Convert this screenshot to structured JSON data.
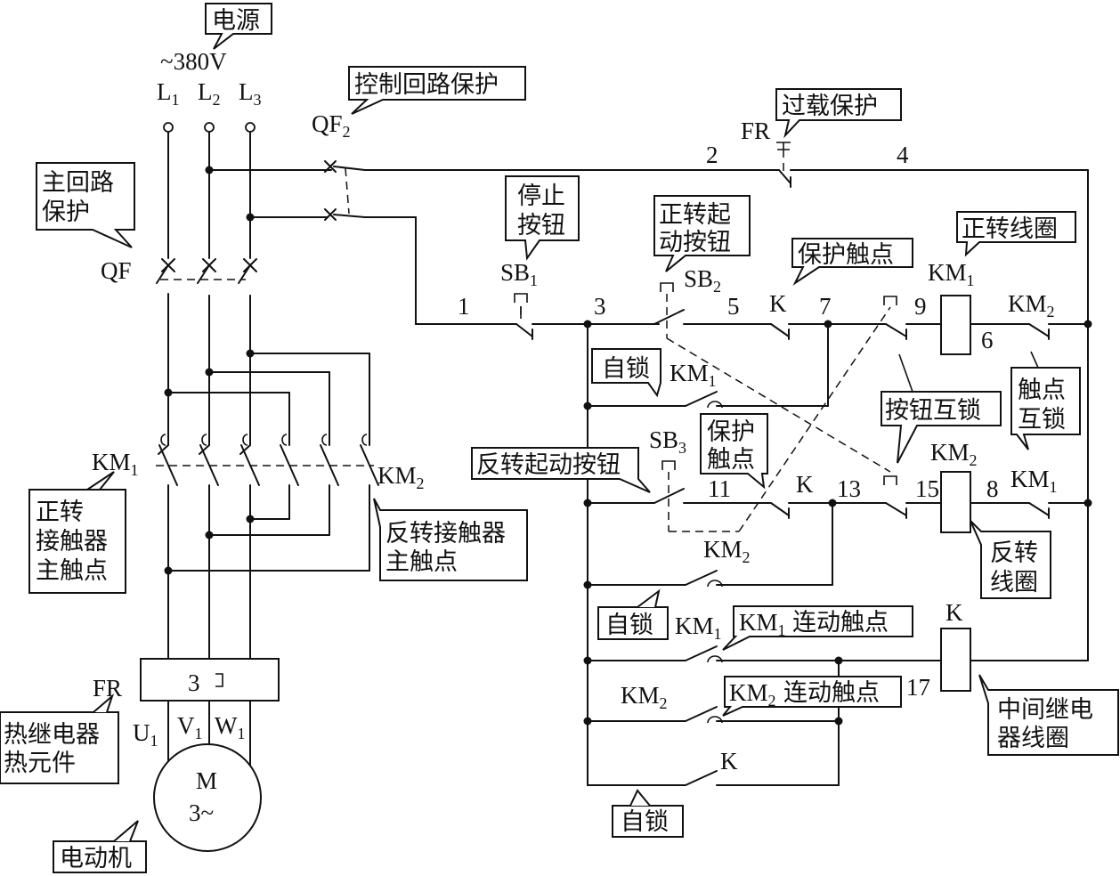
{
  "power": {
    "title": "电源",
    "voltage": "~380V",
    "lines": [
      {
        "letter": "L",
        "sub": "1"
      },
      {
        "letter": "L",
        "sub": "2"
      },
      {
        "letter": "L",
        "sub": "3"
      }
    ]
  },
  "devices": {
    "qf": "QF",
    "qf2": {
      "letter": "QF",
      "sub": "2"
    },
    "fr_ctrl": "FR",
    "fr_main": "FR",
    "fr_num": "3",
    "km1_main": {
      "letter": "KM",
      "sub": "1"
    },
    "km2_main": {
      "letter": "KM",
      "sub": "2"
    },
    "sb1": {
      "letter": "SB",
      "sub": "1"
    },
    "sb2": {
      "letter": "SB",
      "sub": "2"
    },
    "sb3": {
      "letter": "SB",
      "sub": "3"
    },
    "km1_coil": {
      "letter": "KM",
      "sub": "1"
    },
    "km2_coil": {
      "letter": "KM",
      "sub": "2"
    },
    "km2_nc": {
      "letter": "KM",
      "sub": "2"
    },
    "km1_nc": {
      "letter": "KM",
      "sub": "1"
    },
    "km1_hold": {
      "letter": "KM",
      "sub": "1"
    },
    "km2_hold": {
      "letter": "KM",
      "sub": "2"
    },
    "km1_link": {
      "letter": "KM",
      "sub": "1"
    },
    "km2_link": {
      "letter": "KM",
      "sub": "2"
    },
    "k_coil": "K",
    "k_fwd": "K",
    "k_rev": "K",
    "k_hold": "K"
  },
  "motor": {
    "m": "M",
    "phase": "3~",
    "terminals": [
      {
        "letter": "U",
        "sub": "1"
      },
      {
        "letter": "V",
        "sub": "1"
      },
      {
        "letter": "W",
        "sub": "1"
      }
    ]
  },
  "nodes": [
    "1",
    "2",
    "3",
    "4",
    "5",
    "6",
    "7",
    "8",
    "9",
    "11",
    "13",
    "15",
    "17"
  ],
  "callouts": {
    "main_protect": [
      "主回路",
      "保护"
    ],
    "ctrl_protect": "控制回路保护",
    "overload": "过载保护",
    "stop_button": [
      "停止",
      "按钮"
    ],
    "fwd_start": [
      "正转起",
      "动按钮"
    ],
    "protect_contact": "保护触点",
    "fwd_coil": "正转线圈",
    "self_lock_1": "自锁",
    "button_interlock": "按钮互锁",
    "contact_interlock": [
      "触点",
      "互锁"
    ],
    "rev_start": "反转起动按钮",
    "protect_contact_2": [
      "保护",
      "触点"
    ],
    "rev_coil": [
      "反转",
      "线圈"
    ],
    "self_lock_2": "自锁",
    "km1_link": "连动触点",
    "km2_link": "连动触点",
    "relay_coil": [
      "中间继电",
      "器线圈"
    ],
    "self_lock_3": "自锁",
    "fwd_main": [
      "正转",
      "接触器",
      "主触点"
    ],
    "rev_main": [
      "反转接触器",
      "主触点"
    ],
    "thermal": [
      "热继电器",
      "热元件"
    ],
    "motor": "电动机"
  }
}
